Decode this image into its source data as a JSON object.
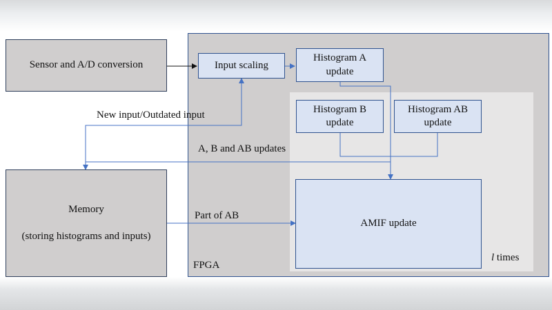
{
  "boxes": {
    "sensor": "Sensor and A/D conversion",
    "input_scaling": "Input scaling",
    "hist_a": "Histogram A update",
    "hist_b": "Histogram B update",
    "hist_ab": "Histogram AB update",
    "memory_title": "Memory",
    "memory_sub": "(storing histograms and inputs)",
    "amif": "AMIF update"
  },
  "labels": {
    "new_input": "New input/Outdated input",
    "abab_updates": "A, B and AB updates",
    "part_ab": "Part of AB",
    "fpga": "FPGA",
    "l_var": "l",
    "l_times": " times"
  },
  "colors": {
    "fpga_fill": "#d0cece",
    "inner_fill": "#e7e6e6",
    "box_fill": "#dae3f3",
    "connector": "#4472c4"
  }
}
